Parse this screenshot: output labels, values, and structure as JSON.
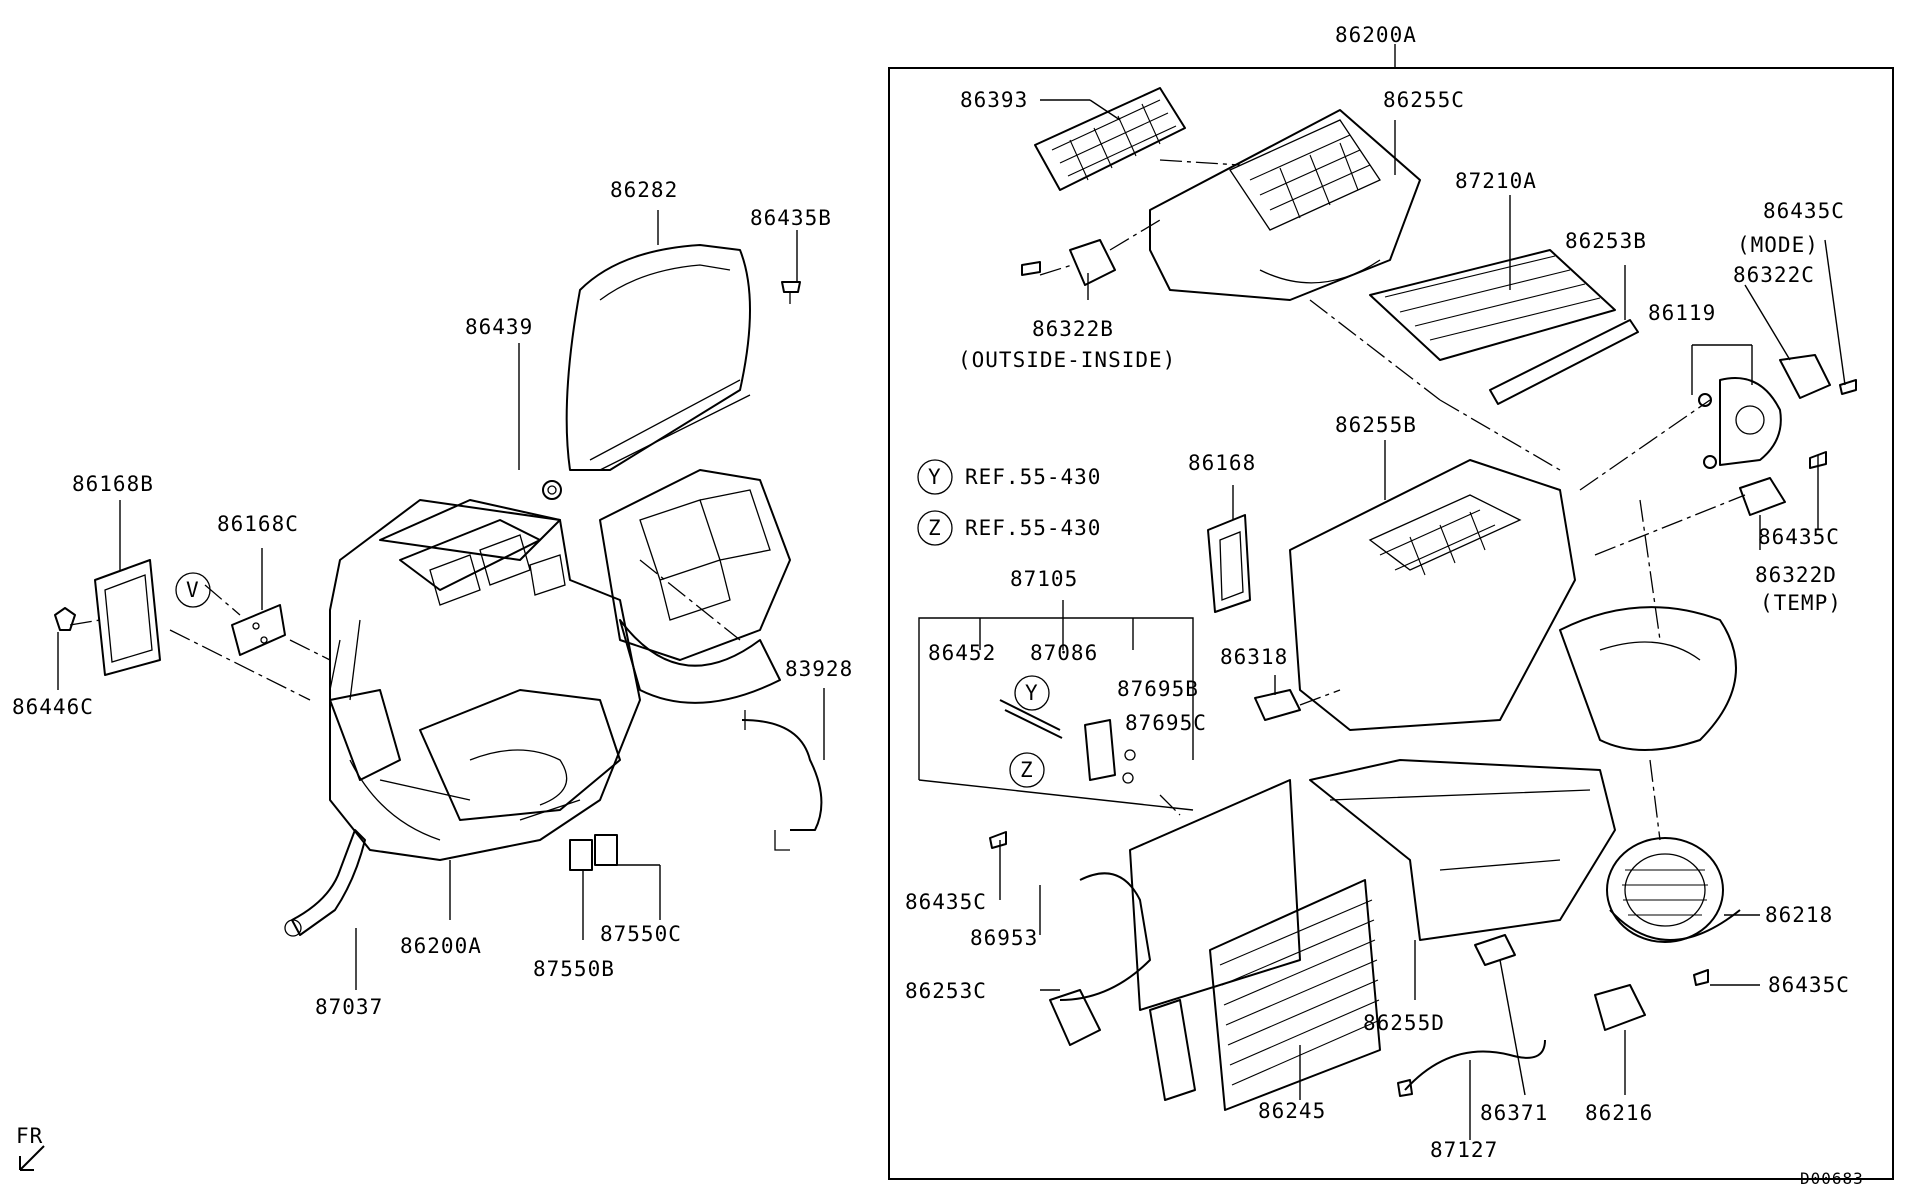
{
  "diagram_code": "D00683",
  "orientation_label": "FR",
  "parts": {
    "p86200A_top": "86200A",
    "p86393": "86393",
    "p86255C": "86255C",
    "p87210A": "87210A",
    "p86253B": "86253B",
    "p86435C_a": "86435C",
    "p_mode_note": "(MODE)",
    "p86322C": "86322C",
    "p86322B": "86322B",
    "p_outside_inside": "(OUTSIDE-INSIDE)",
    "p86119": "86119",
    "p86282": "86282",
    "p86435B": "86435B",
    "p86439": "86439",
    "p86168B": "86168B",
    "p86168C": "86168C",
    "p86446C": "86446C",
    "p83928": "83928",
    "p86200A_left": "86200A",
    "p87037": "87037",
    "p87550C": "87550C",
    "p87550B": "87550B",
    "p86168": "86168",
    "p86255B": "86255B",
    "p86435C_b": "86435C",
    "p86322D": "86322D",
    "p_temp_note": "(TEMP)",
    "p87105": "87105",
    "p86452": "86452",
    "p87086": "87086",
    "p87695B": "87695B",
    "p87695C": "87695C",
    "p86318": "86318",
    "p86435C_c": "86435C",
    "p86953": "86953",
    "p86253C": "86253C",
    "p86218": "86218",
    "p86435C_d": "86435C",
    "p86255D": "86255D",
    "p86245": "86245",
    "p86371": "86371",
    "p86216": "86216",
    "p87127": "87127"
  },
  "references": {
    "y_mark": "Y",
    "y_ref": "REF.55-430",
    "z_mark": "Z",
    "z_ref": "REF.55-430",
    "v_mark": "V"
  }
}
